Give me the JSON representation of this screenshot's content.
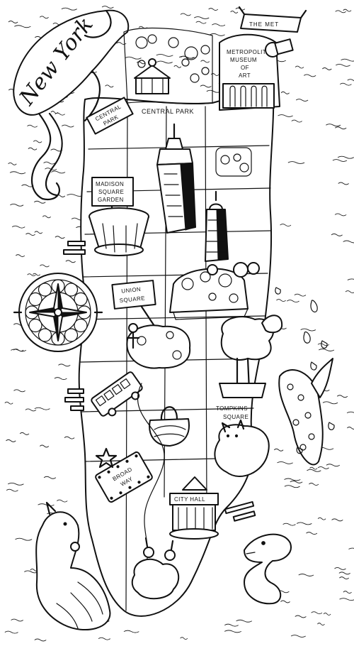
{
  "map": {
    "title": "New York",
    "labels": {
      "central_park": "CENTRAL PARK",
      "central_park_sign": [
        "CENTRAL",
        "PARK"
      ],
      "the_met_banner": "THE MET",
      "met_museum": [
        "METROPOLITAN",
        "MUSEUM",
        "OF",
        "ART"
      ],
      "madison_square_garden": [
        "MADISON",
        "SQUARE",
        "GARDEN"
      ],
      "union_square": [
        "UNION",
        "SQUARE"
      ],
      "tompkins_square": [
        "TOMPKINS",
        "SQUARE"
      ],
      "broadway": [
        "BROAD",
        "WAY"
      ],
      "city_hall": "CITY HALL"
    }
  }
}
